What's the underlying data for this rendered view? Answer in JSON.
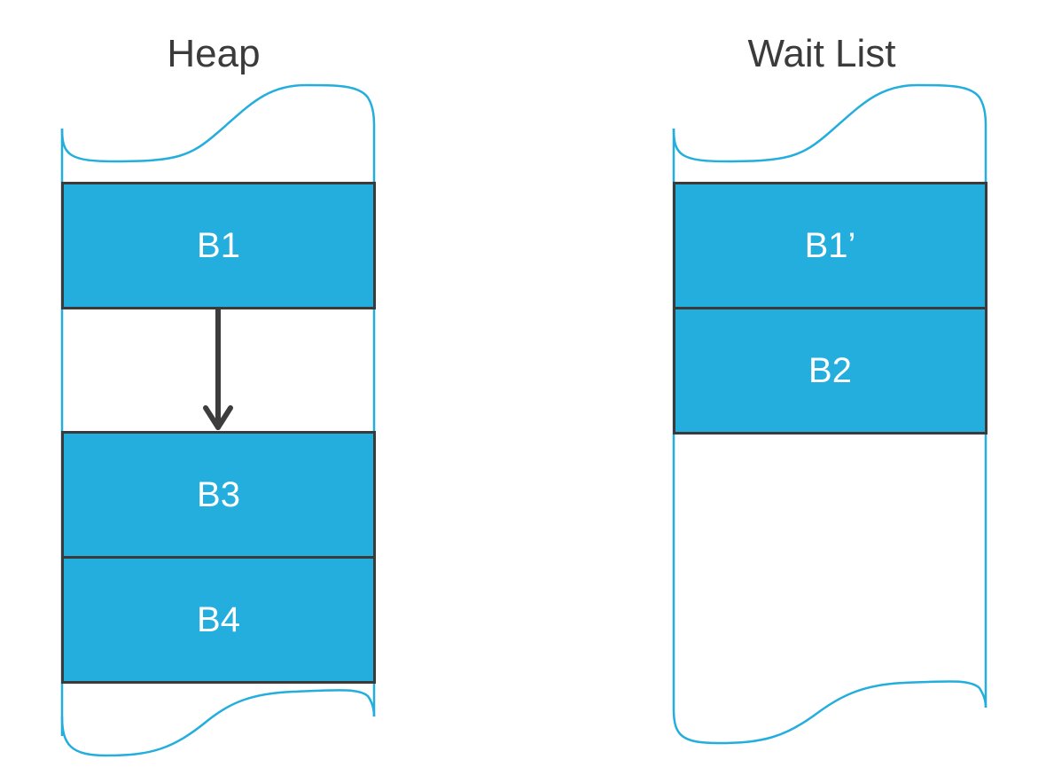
{
  "colors": {
    "block_fill": "#23aedd",
    "block_border": "#3a3a3a",
    "outline": "#23aedd",
    "arrow": "#3d3d3d",
    "title": "#3b3b3b"
  },
  "heap": {
    "title": "Heap",
    "blocks": [
      "B1",
      "B3",
      "B4"
    ]
  },
  "wait_list": {
    "title": "Wait List",
    "blocks": [
      "B1’",
      "B2"
    ]
  }
}
